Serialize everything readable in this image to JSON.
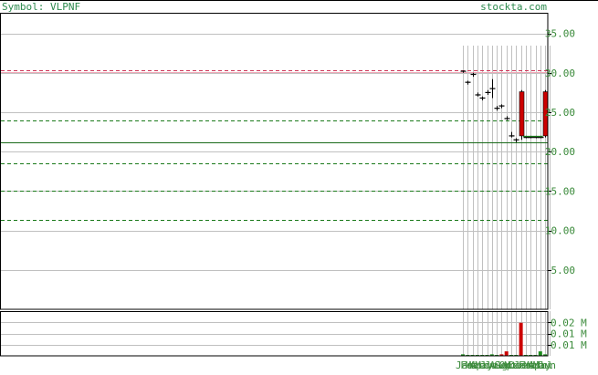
{
  "header": {
    "symbol_label": "Symbol: VLPNF",
    "site": "stockta.com"
  },
  "colors": {
    "background": "#ffffff",
    "frame": "#000000",
    "header_text": "#2d8a4e",
    "axis_text": "#3a8a3a",
    "grid": "#c0c0c0",
    "support_line": "#1a7a1a",
    "resistance_line": "#cc3355",
    "solid_line": "#1a6a1a",
    "candle_up": "#cc0000",
    "volume_up": "#cc0000",
    "volume_down": "#1a8a1a",
    "tick": "#000000"
  },
  "chart_data": [
    {
      "type": "candlestick",
      "title": "",
      "ylim": [
        0,
        37.5
      ],
      "y_ticks": [
        "35.00",
        "30.00",
        "25.00",
        "20.00",
        "15.00",
        "10.00",
        "5.00"
      ],
      "y_tick_values": [
        35,
        30,
        25,
        20,
        15,
        10,
        5
      ],
      "x_tick_labels": [
        "Jan",
        "Feb",
        "Mar",
        "Apr",
        "May",
        "Jun",
        "Jul",
        "Aug",
        "Sep",
        "Oct",
        "Nov",
        "Dec",
        "Jan",
        "Feb",
        "Mar",
        "Apr",
        "May",
        "Jun",
        "Jul"
      ],
      "horizontal_lines": [
        {
          "value": 30.2,
          "kind": "resistance"
        },
        {
          "value": 24.0,
          "kind": "support"
        },
        {
          "value": 21.2,
          "kind": "solid"
        },
        {
          "value": 18.5,
          "kind": "support"
        },
        {
          "value": 15.0,
          "kind": "support"
        },
        {
          "value": 11.4,
          "kind": "support"
        }
      ],
      "bars": [
        {
          "x": 0,
          "open": 30.2,
          "high": 30.3,
          "low": 30.0,
          "close": 30.2,
          "type": "tick"
        },
        {
          "x": 1,
          "open": 28.8,
          "high": 29.0,
          "low": 28.5,
          "close": 28.8,
          "type": "tick"
        },
        {
          "x": 2,
          "open": 29.8,
          "high": 30.0,
          "low": 29.5,
          "close": 29.8,
          "type": "tick"
        },
        {
          "x": 3,
          "open": 27.2,
          "high": 27.5,
          "low": 27.0,
          "close": 27.2,
          "type": "tick"
        },
        {
          "x": 4,
          "open": 26.8,
          "high": 27.0,
          "low": 26.5,
          "close": 26.8,
          "type": "tick"
        },
        {
          "x": 5,
          "open": 27.5,
          "high": 27.8,
          "low": 27.2,
          "close": 27.5,
          "type": "tick"
        },
        {
          "x": 6,
          "open": 28.0,
          "high": 29.2,
          "low": 26.8,
          "close": 28.0,
          "type": "tick"
        },
        {
          "x": 7,
          "open": 25.5,
          "high": 25.8,
          "low": 25.2,
          "close": 25.5,
          "type": "tick"
        },
        {
          "x": 8,
          "open": 25.8,
          "high": 26.0,
          "low": 25.5,
          "close": 25.8,
          "type": "tick"
        },
        {
          "x": 9,
          "open": 24.2,
          "high": 24.5,
          "low": 24.0,
          "close": 24.2,
          "type": "tick"
        },
        {
          "x": 10,
          "open": 22.0,
          "high": 22.5,
          "low": 21.8,
          "close": 22.0,
          "type": "tick"
        },
        {
          "x": 11,
          "open": 21.5,
          "high": 21.7,
          "low": 21.2,
          "close": 21.5,
          "type": "tick"
        },
        {
          "x": 12,
          "open": 22.0,
          "high": 27.8,
          "low": 21.5,
          "close": 27.6,
          "type": "up"
        },
        {
          "x": 13,
          "open": 21.8,
          "high": 22.0,
          "low": 21.7,
          "close": 21.8,
          "type": "tick"
        },
        {
          "x": 14,
          "open": 21.8,
          "high": 22.0,
          "low": 21.7,
          "close": 21.8,
          "type": "tick"
        },
        {
          "x": 15,
          "open": 21.8,
          "high": 22.0,
          "low": 21.7,
          "close": 21.8,
          "type": "tick"
        },
        {
          "x": 16,
          "open": 21.8,
          "high": 22.0,
          "low": 21.7,
          "close": 21.8,
          "type": "tick"
        },
        {
          "x": 17,
          "open": 22.0,
          "high": 27.8,
          "low": 21.8,
          "close": 27.6,
          "type": "up"
        }
      ]
    },
    {
      "type": "bar",
      "title": "",
      "ylim": [
        0,
        0.03
      ],
      "y_ticks": [
        "0.02 M",
        "0.01 M",
        "0.01 M"
      ],
      "y_tick_values": [
        0.0225,
        0.015,
        0.0075
      ],
      "volume": [
        {
          "x": 0,
          "value": 0.001,
          "dir": "down"
        },
        {
          "x": 1,
          "value": 0.0003,
          "dir": "down"
        },
        {
          "x": 2,
          "value": 0.0003,
          "dir": "down"
        },
        {
          "x": 3,
          "value": 0.0003,
          "dir": "down"
        },
        {
          "x": 4,
          "value": 0.0003,
          "dir": "down"
        },
        {
          "x": 5,
          "value": 0.0003,
          "dir": "down"
        },
        {
          "x": 6,
          "value": 0.001,
          "dir": "down"
        },
        {
          "x": 7,
          "value": 0.0003,
          "dir": "down"
        },
        {
          "x": 8,
          "value": 0.001,
          "dir": "up"
        },
        {
          "x": 9,
          "value": 0.003,
          "dir": "up"
        },
        {
          "x": 10,
          "value": 0.0003,
          "dir": "down"
        },
        {
          "x": 11,
          "value": 0.0003,
          "dir": "down"
        },
        {
          "x": 12,
          "value": 0.0222,
          "dir": "up"
        },
        {
          "x": 13,
          "value": 0.0003,
          "dir": "down"
        },
        {
          "x": 14,
          "value": 0.0003,
          "dir": "down"
        },
        {
          "x": 15,
          "value": 0.0003,
          "dir": "down"
        },
        {
          "x": 16,
          "value": 0.003,
          "dir": "down"
        },
        {
          "x": 17,
          "value": 0.001,
          "dir": "down"
        }
      ]
    }
  ]
}
